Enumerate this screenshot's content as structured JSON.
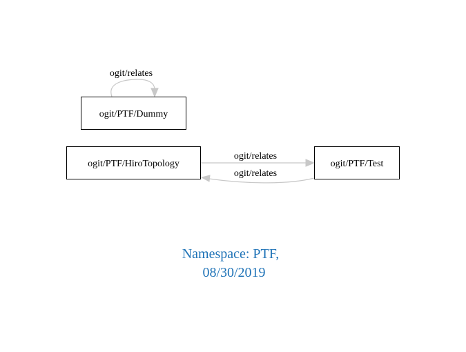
{
  "graph": {
    "nodes": {
      "dummy": {
        "label": "ogit/PTF/Dummy"
      },
      "hiro_topology": {
        "label": "ogit/PTF/HiroTopology"
      },
      "test": {
        "label": "ogit/PTF/Test"
      }
    },
    "edges": {
      "dummy_self": {
        "label": "ogit/relates",
        "from": "ogit/PTF/Dummy",
        "to": "ogit/PTF/Dummy"
      },
      "hiro_to_test": {
        "label": "ogit/relates",
        "from": "ogit/PTF/HiroTopology",
        "to": "ogit/PTF/Test"
      },
      "test_to_hiro": {
        "label": "ogit/relates",
        "from": "ogit/PTF/Test",
        "to": "ogit/PTF/HiroTopology"
      }
    },
    "edge_color": "#c8c8c8"
  },
  "caption": {
    "line1": "Namespace: PTF,",
    "line2": "08/30/2019",
    "color": "#1f73b7"
  }
}
